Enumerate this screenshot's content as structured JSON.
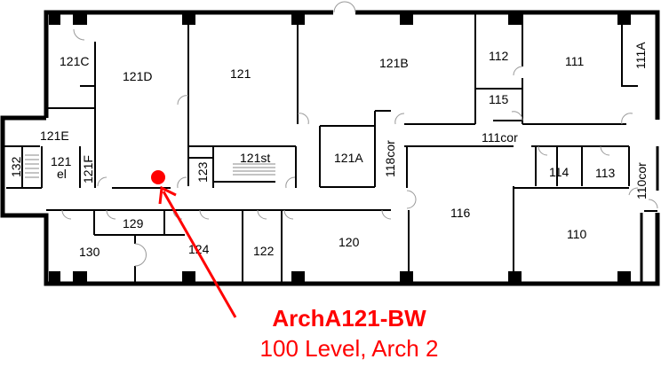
{
  "rooms": {
    "r121C": "121C",
    "r121D": "121D",
    "r121": "121",
    "r121B": "121B",
    "r112": "112",
    "r111": "111",
    "r111A": "111A",
    "r115": "115",
    "r111cor": "111cor",
    "r121E": "121E",
    "r121el_1": "121",
    "r121el_2": "el",
    "r121F": "121F",
    "r132": "132",
    "r123": "123",
    "r121st": "121st",
    "r121A": "121A",
    "r118cor": "118cor",
    "r114": "114",
    "r113": "113",
    "r110cor": "110cor",
    "r116": "116",
    "r129": "129",
    "r130": "130",
    "r124": "124",
    "r122": "122",
    "r120": "120",
    "r110": "110"
  },
  "marker": {
    "color": "#ff0000"
  },
  "caption": {
    "title": "ArchA121-BW",
    "subtitle": "100 Level, Arch 2"
  }
}
